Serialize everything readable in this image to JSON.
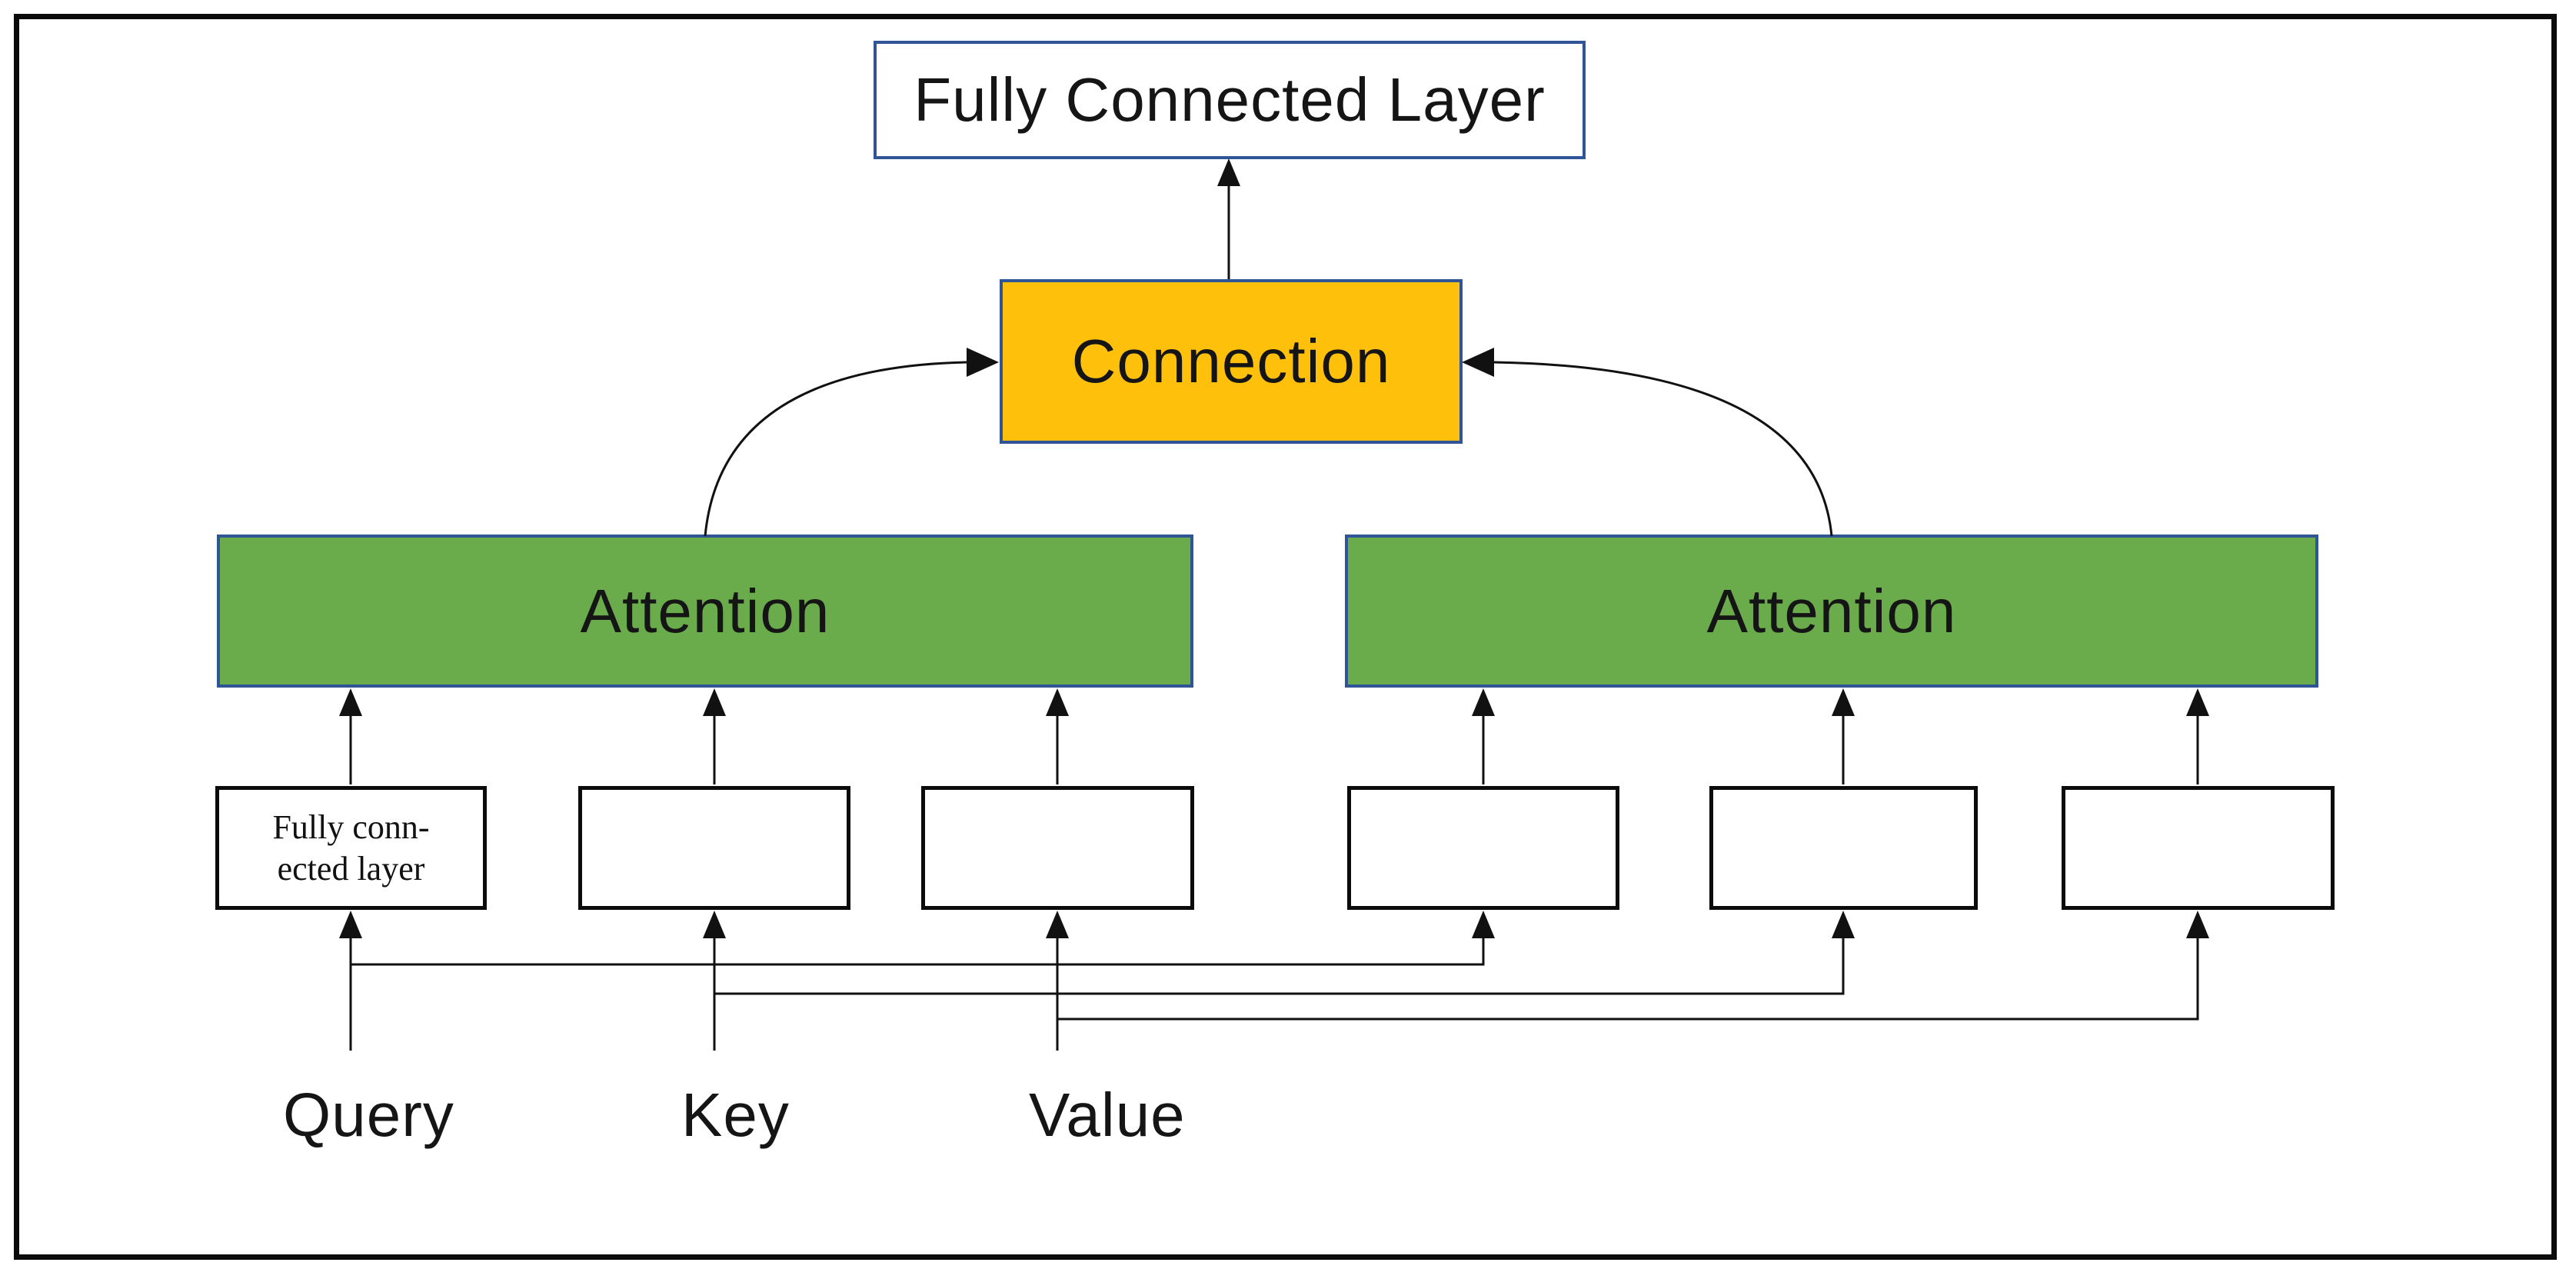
{
  "colors": {
    "frame": "#0b0b0b",
    "line": "#111111",
    "blue": "#2F5597",
    "orange": "#FFC00C",
    "green": "#6AAB4C"
  },
  "nodes": {
    "fully_connected_layer": {
      "label": "Fully Connected Layer"
    },
    "connection": {
      "label": "Connection"
    },
    "attention_left": {
      "label": "Attention"
    },
    "attention_right": {
      "label": "Attention"
    },
    "input_fc": {
      "line1": "Fully conn-",
      "line2": "ected layer"
    }
  },
  "inputs": {
    "query": "Query",
    "key": "Key",
    "value": "Value"
  }
}
